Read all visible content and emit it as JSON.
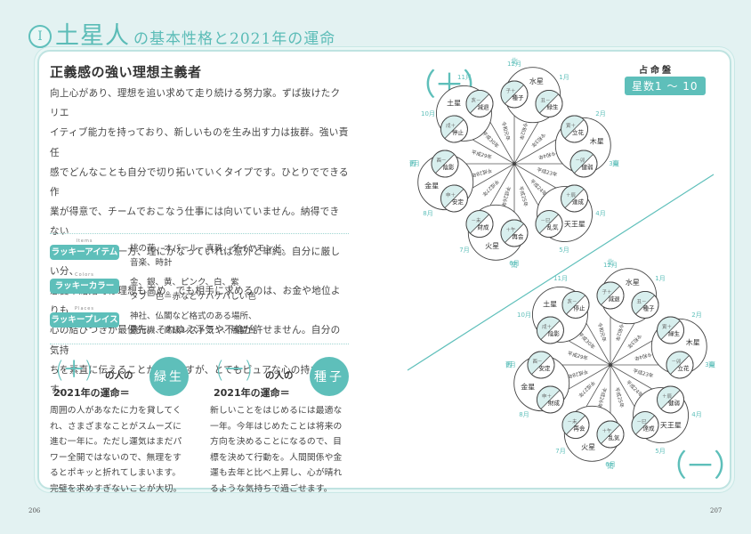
{
  "header": {
    "emblem": "I",
    "title_main": "土星人",
    "title_sub": "の基本性格と2021年の運命"
  },
  "left_page": {
    "section_title": "正義感の強い理想主義者",
    "body_lines": [
      "向上心があり、理想を追い求めて走り続ける努力家。ずば抜けたクリエ",
      "イティブ能力を持っており、新しいものを生み出す力は抜群。強い責任",
      "感でどんなことも自分で切り拓いていくタイプです。ひとりでできる作",
      "業が得意で、チームでおこなう仕事には向いていません。納得できない",
      "ことは譲らない一方、理にかなっていれば意外と単純。自分に厳しい分、",
      "恋愛や結婚では理想も高め。でも相手に求めるのは、お金や地位よりも",
      "心の結びつきが最優先。それゆえ浮気や不倫が許せません。自分の気持",
      "ちを素直に伝えることが苦手ですが、とてもピュアな心の持ち主です。"
    ],
    "lucky": [
      {
        "en": "Items",
        "label": "ラッキーアイテム",
        "value_lines": [
          "桃の花、オパール、真珠、ダイヤモンド、",
          "音楽、時計"
        ]
      },
      {
        "en": "Colors",
        "label": "ラッキーカラー",
        "value_lines": [
          "金、銀、黄、ピンク、白、紫",
          "タブー色＝赤などケバケバしい色"
        ]
      },
      {
        "en": "Places",
        "label": "ラッキープレイス",
        "value_lines": [
          "神社、仏閣など格式のある場所、",
          "飛行機、高級レストラン、展望台"
        ]
      }
    ],
    "fortunes": [
      {
        "sign": "＋",
        "no_hito": "の人の",
        "unmei": "2021年の運命＝",
        "star": "緑生",
        "body_lines": [
          "周囲の人があなたに力を貸してく",
          "れ、さまざまなことがスムーズに",
          "進む一年に。ただし運気はまだパ",
          "ワー全開ではないので、無理をす",
          "るとポキッと折れてしまいます。",
          "完璧を求めすぎないことが大切。"
        ]
      },
      {
        "sign": "－",
        "no_hito": "の人の",
        "unmei": "2021年の運命＝",
        "star": "種子",
        "body_lines": [
          "新しいことをはじめるには最適な",
          "一年。今年はじめたことは将来の",
          "方向を決めることになるので、目",
          "標を決めて行動を。人間関係や金",
          "運も去年と比べ上昇し、心が晴れ",
          "るような気持ちで過ごせます。"
        ]
      }
    ],
    "page_number": "206"
  },
  "right_page": {
    "chart_title": "占命盤",
    "chart_badge": "星数1 ～ 10",
    "plus_label": "（＋）",
    "minus_label": "（－）",
    "directions": {
      "north": "北",
      "south": "南",
      "east": "東",
      "west": "西"
    },
    "years": [
      "令和2年",
      "令和3年",
      "令和4年",
      "平成23年",
      "平成24年",
      "平成25年",
      "平成26年",
      "平成27年",
      "平成28年",
      "平成29年",
      "平成30年",
      "令和元年"
    ],
    "months": [
      "12月",
      "1月",
      "2月",
      "3月",
      "4月",
      "5月",
      "6月",
      "7月",
      "8月",
      "9月",
      "10月",
      "11月"
    ],
    "plus_chart": {
      "planets": [
        {
          "name": "水星",
          "cells": [
            {
              "star": "種子",
              "zodiac": "子＋"
            },
            {
              "star": "緑生",
              "zodiac": "丑－"
            }
          ]
        },
        {
          "name": "木星",
          "cells": [
            {
              "star": "立花",
              "zodiac": "寅＋"
            },
            {
              "star": "健弱",
              "zodiac": "－卯"
            }
          ]
        },
        {
          "name": "天王星",
          "cells": [
            {
              "star": "達成",
              "zodiac": "＋辰"
            },
            {
              "star": "乱気",
              "zodiac": "－巳"
            }
          ]
        },
        {
          "name": "火星",
          "cells": [
            {
              "star": "再会",
              "zodiac": "＋午"
            },
            {
              "star": "財成",
              "zodiac": "－未"
            }
          ]
        },
        {
          "name": "金星",
          "cells": [
            {
              "star": "安定",
              "zodiac": "申＋"
            },
            {
              "star": "陰影",
              "zodiac": "酉－"
            }
          ]
        },
        {
          "name": "土星",
          "cells": [
            {
              "star": "停止",
              "zodiac": "戌＋"
            },
            {
              "star": "減退",
              "zodiac": "亥－"
            }
          ]
        }
      ]
    },
    "minus_chart": {
      "planets": [
        {
          "name": "水星",
          "cells": [
            {
              "star": "減退",
              "zodiac": "子＋"
            },
            {
              "star": "種子",
              "zodiac": "丑－"
            }
          ]
        },
        {
          "name": "木星",
          "cells": [
            {
              "star": "緑生",
              "zodiac": "寅＋"
            },
            {
              "star": "立花",
              "zodiac": "－卯"
            }
          ]
        },
        {
          "name": "天王星",
          "cells": [
            {
              "star": "健弱",
              "zodiac": "＋辰"
            },
            {
              "star": "達成",
              "zodiac": "－巳"
            }
          ]
        },
        {
          "name": "火星",
          "cells": [
            {
              "star": "乱気",
              "zodiac": "＋午"
            },
            {
              "star": "再会",
              "zodiac": "－未"
            }
          ]
        },
        {
          "name": "金星",
          "cells": [
            {
              "star": "財成",
              "zodiac": "申＋"
            },
            {
              "star": "安定",
              "zodiac": "酉－"
            }
          ]
        },
        {
          "name": "土星",
          "cells": [
            {
              "star": "陰影",
              "zodiac": "戌＋"
            },
            {
              "star": "停止",
              "zodiac": "亥－"
            }
          ]
        }
      ]
    },
    "page_number": "207"
  },
  "colors": {
    "accent": "#5ebfba",
    "background": "#e3f2f2",
    "light_fill": "#d8efee",
    "line": "#444444"
  }
}
